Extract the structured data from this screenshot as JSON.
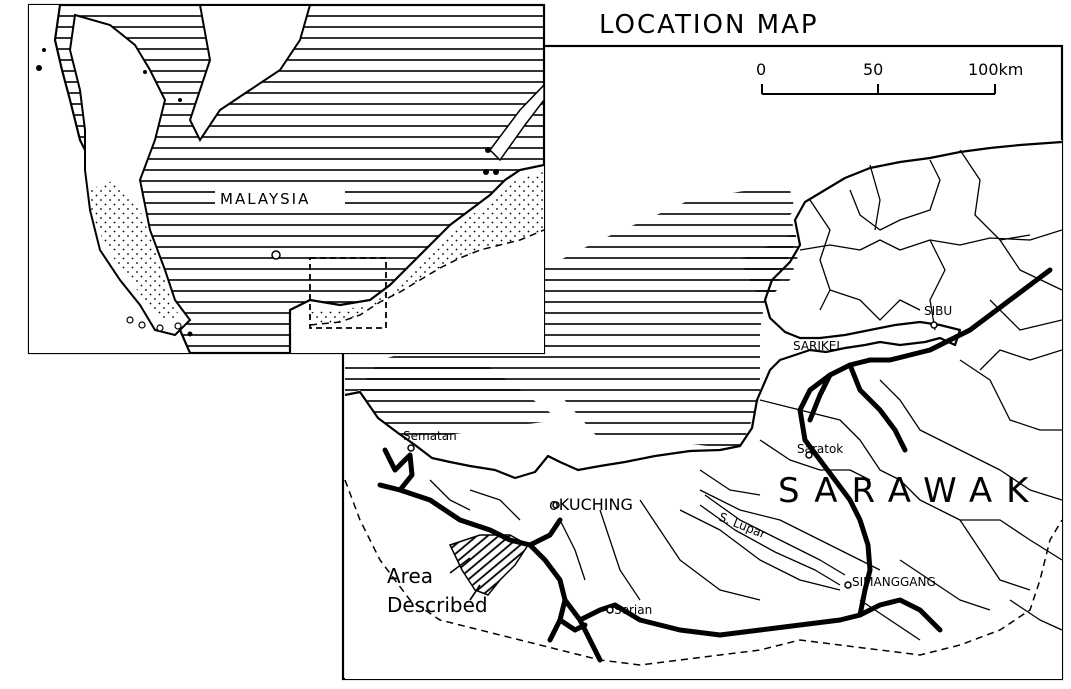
{
  "title": "LOCATION MAP",
  "inset": {
    "country_label": "MALAYSIA"
  },
  "scale_bar": {
    "ticks": [
      "0",
      "50",
      "100km"
    ]
  },
  "region_label": "SARAWAK",
  "towns": [
    {
      "name": "SIBU"
    },
    {
      "name": "SARIKEI"
    },
    {
      "name": "Sematan"
    },
    {
      "name": "Saratok"
    },
    {
      "name": "KUCHING",
      "prefix": "o"
    },
    {
      "name": "S. Lupar"
    },
    {
      "name": "SIMANGGANG"
    },
    {
      "name": "Serian"
    }
  ],
  "area_label": {
    "line1": "Area",
    "line2": "Described"
  },
  "colors": {
    "ink": "#000000",
    "paper": "#ffffff"
  }
}
